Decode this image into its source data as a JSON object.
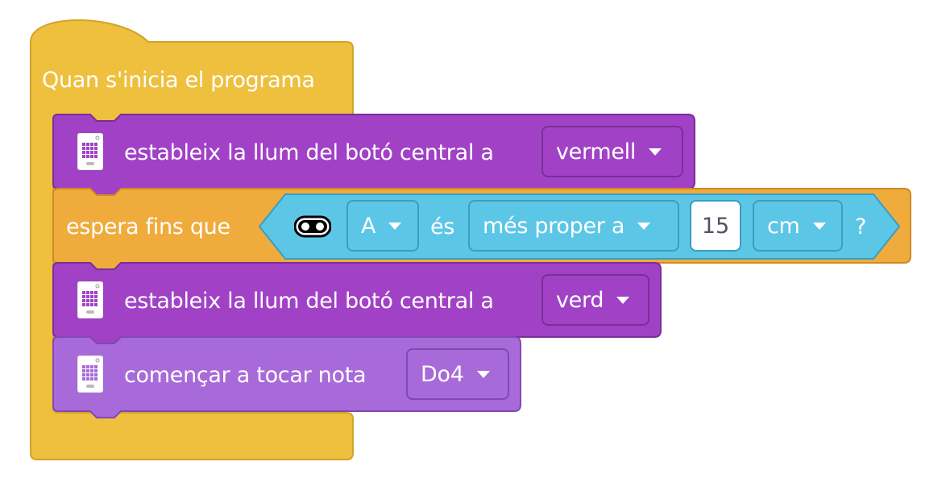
{
  "colors": {
    "event": "#eec03e",
    "light": "#a142c6",
    "wait": "#f0ab3d",
    "sensor": "#5cc6e6",
    "sound": "#a86ad8"
  },
  "script": {
    "hat": {
      "label": "Quan s'inicia el programa"
    },
    "block1": {
      "icon": "hub-icon",
      "label": "estableix la llum del botó central a",
      "value": "vermell"
    },
    "block2": {
      "label": "espera fins que",
      "condition": {
        "icon": "distance-sensor-icon",
        "port": "A",
        "verb": "és",
        "comparison": "més proper a",
        "amount": "15",
        "unit": "cm",
        "suffix": "?"
      }
    },
    "block3": {
      "icon": "hub-icon",
      "label": "estableix la llum del botó central a",
      "value": "verd"
    },
    "block4": {
      "icon": "hub-icon",
      "label": "començar a tocar nota",
      "value": "Do4"
    }
  }
}
